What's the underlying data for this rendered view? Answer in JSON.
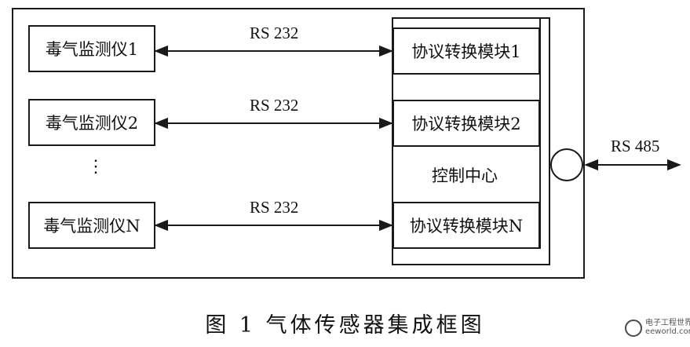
{
  "monitors": [
    {
      "label": "毒气监测仪1"
    },
    {
      "label": "毒气监测仪2"
    },
    {
      "label": "毒气监测仪N"
    }
  ],
  "protocol_modules": [
    {
      "label": "协议转换模块1"
    },
    {
      "label": "协议转换模块2"
    },
    {
      "label": "协议转换模块N"
    }
  ],
  "links": {
    "serial_label": "RS 232",
    "bus_label": "RS 485"
  },
  "control_center": {
    "label": "控制中心"
  },
  "ellipsis": "⋮",
  "caption": "图 1   气体传感器集成框图",
  "watermark": {
    "line1": "电子工程世界",
    "line2": "eeworld.com.cn"
  },
  "colors": {
    "line": "#1a1a1a",
    "background": "#ffffff"
  }
}
